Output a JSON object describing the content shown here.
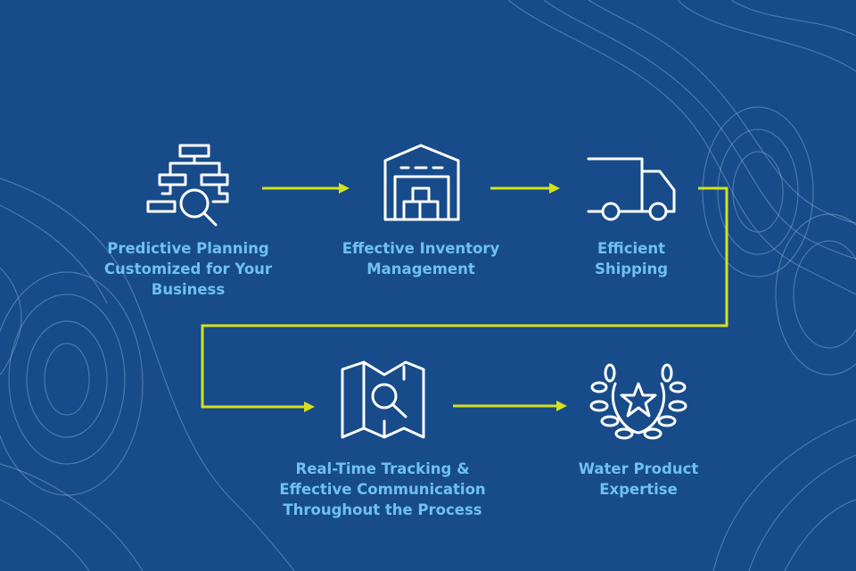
{
  "colors": {
    "background": "#174b8a",
    "label": "#6ec1f0",
    "arrow": "#d4e21a",
    "icon": "#ffffff"
  },
  "steps": [
    {
      "icon": "flowchart-search-icon",
      "lines": [
        "Predictive Planning",
        "Customized for Your",
        "Business"
      ]
    },
    {
      "icon": "warehouse-icon",
      "lines": [
        "Effective Inventory",
        "Management"
      ]
    },
    {
      "icon": "truck-icon",
      "lines": [
        "Efficient",
        "Shipping"
      ]
    },
    {
      "icon": "map-search-icon",
      "lines": [
        "Real-Time Tracking &",
        "Effective Communication",
        "Throughout the Process"
      ]
    },
    {
      "icon": "laurel-star-icon",
      "lines": [
        "Water Product",
        "Expertise"
      ]
    }
  ]
}
